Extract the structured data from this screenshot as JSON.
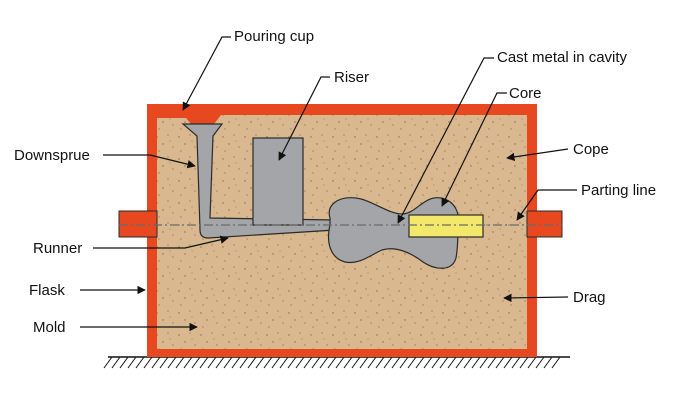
{
  "labels": {
    "pouring_cup": "Pouring cup",
    "riser": "Riser",
    "cast_metal": "Cast metal in cavity",
    "core": "Core",
    "downsprue": "Downsprue",
    "cope": "Cope",
    "parting_line": "Parting line",
    "runner": "Runner",
    "flask": "Flask",
    "drag": "Drag",
    "mold": "Mold"
  },
  "colors": {
    "sand": "#d9b88f",
    "flask": "#e8481f",
    "metal": "#a3a5a8",
    "core": "#f4e86a",
    "outline": "#2a2a2a"
  }
}
